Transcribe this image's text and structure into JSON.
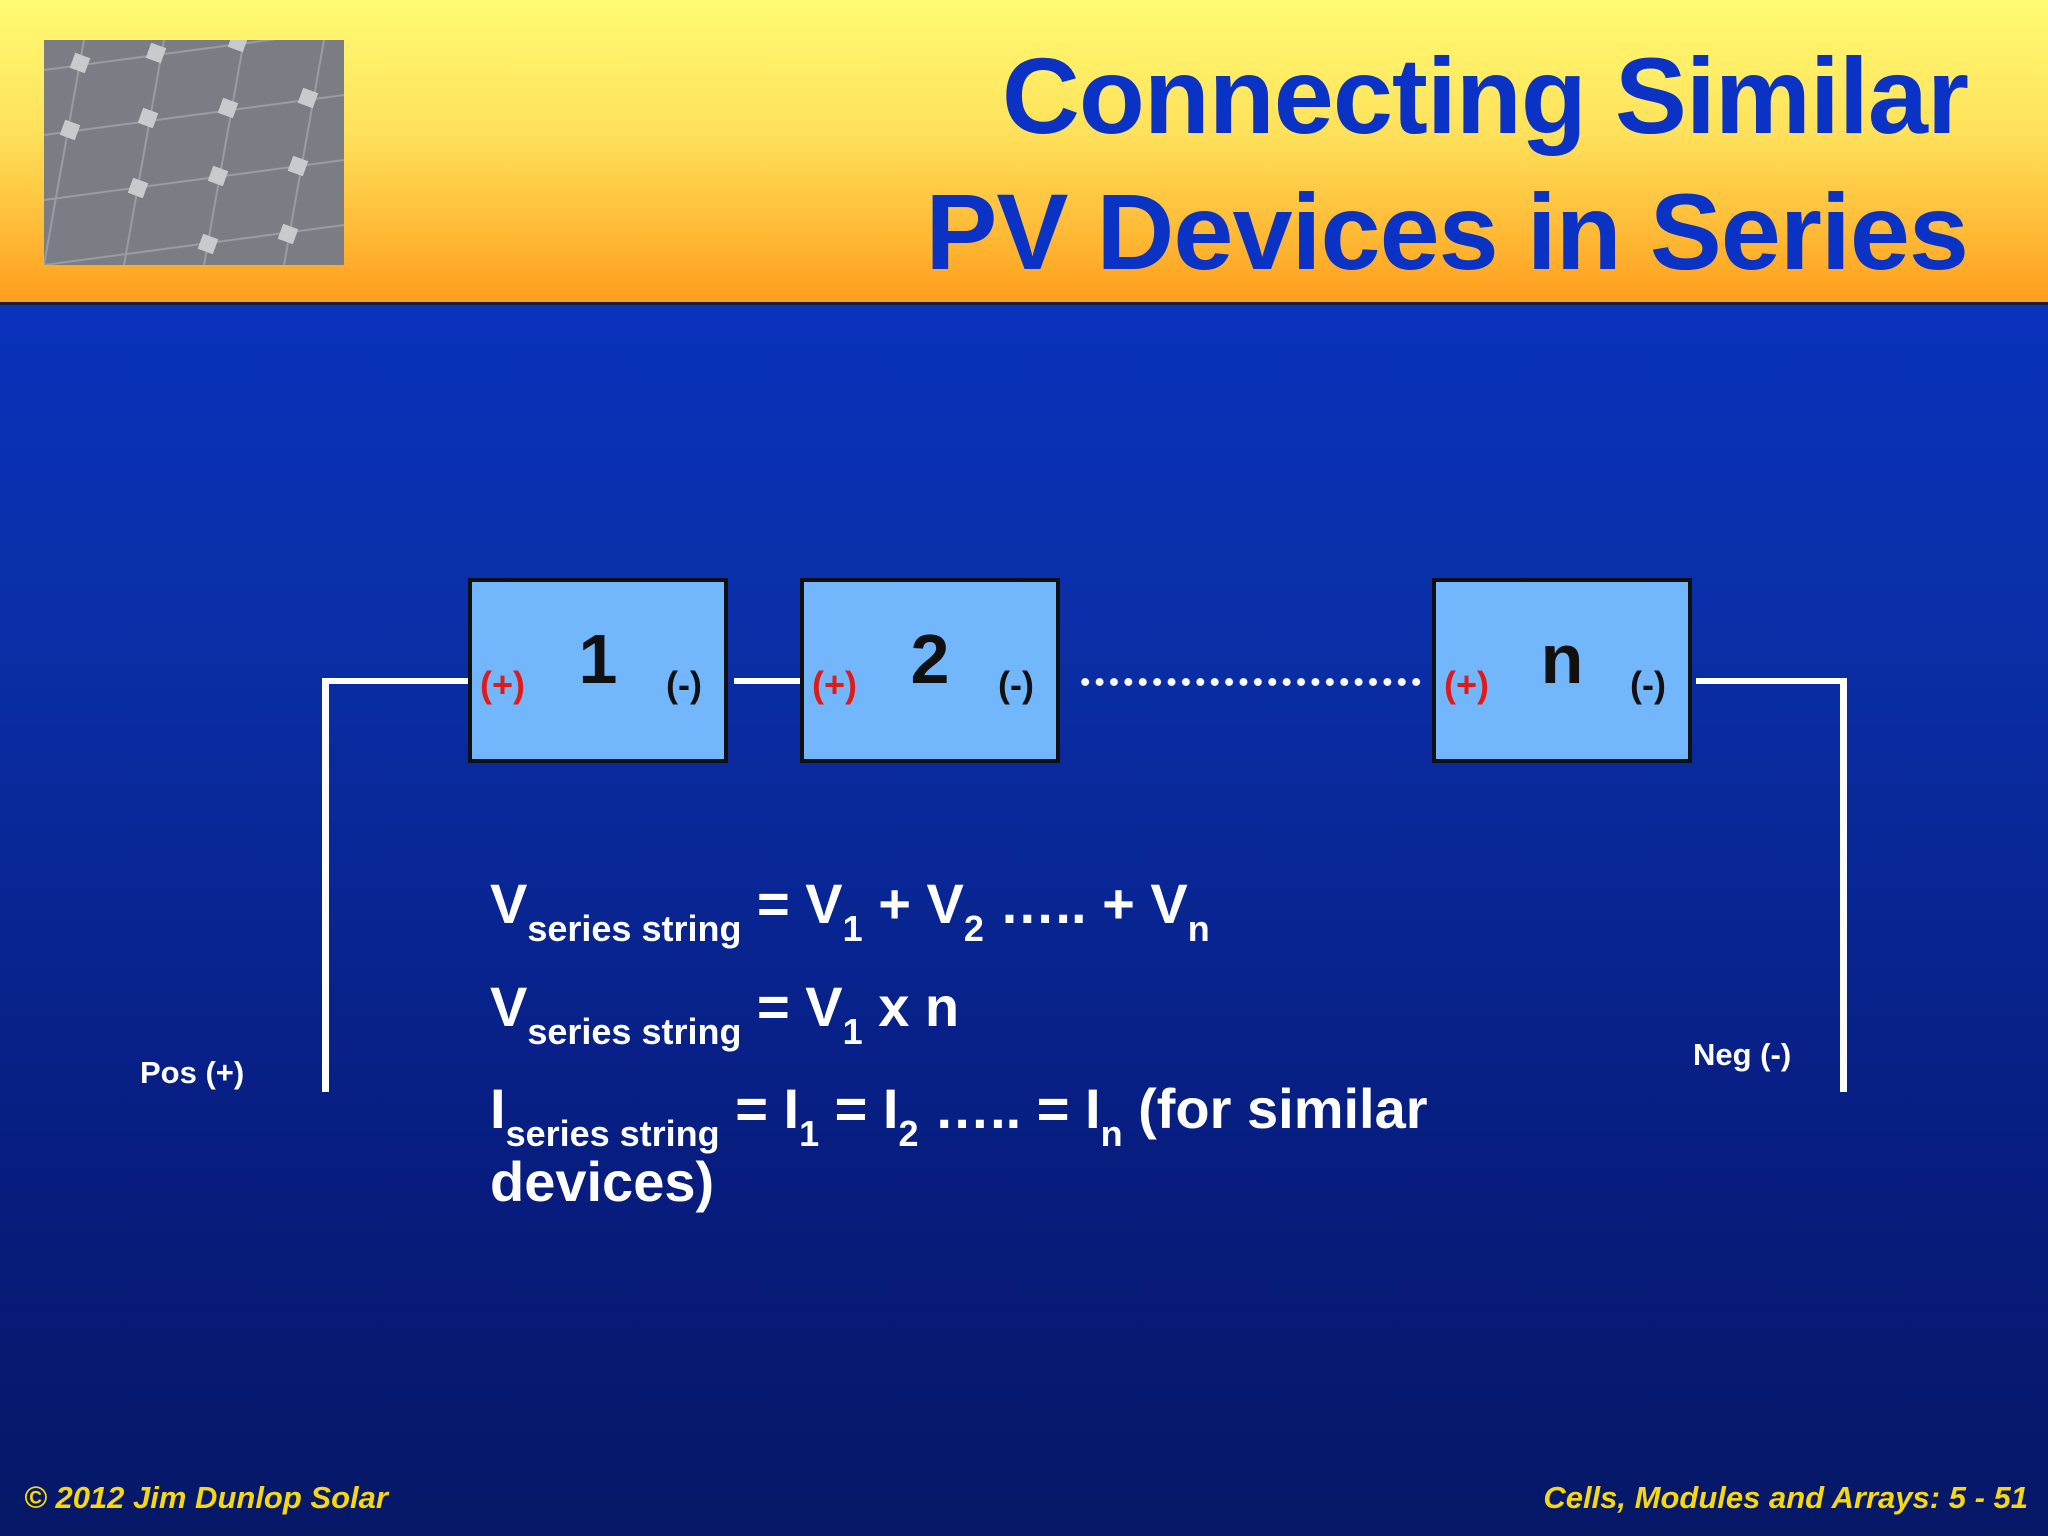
{
  "slide": {
    "title_line1": "Connecting Similar",
    "title_line2": "PV Devices in Series"
  },
  "diagram": {
    "devices": [
      {
        "label": "1",
        "pos_terminal": "(+)",
        "neg_terminal": "(-)"
      },
      {
        "label": "2",
        "pos_terminal": "(+)",
        "neg_terminal": "(-)"
      },
      {
        "label": "n",
        "pos_terminal": "(+)",
        "neg_terminal": "(-)"
      }
    ],
    "pos_label": "Pos (+)",
    "neg_label": "Neg (-)"
  },
  "equations": {
    "eq1": {
      "lhs": "V",
      "lhs_sub": "series string",
      "rhs": [
        {
          "t": " = V",
          "s": "1"
        },
        {
          "t": " + V",
          "s": "2"
        },
        {
          "t": " ….. + V",
          "s": "n"
        }
      ]
    },
    "eq2": {
      "lhs": "V",
      "lhs_sub": "series string",
      "rhs": [
        {
          "t": " = V",
          "s": "1"
        },
        {
          "t": " x n",
          "s": ""
        }
      ]
    },
    "eq3": {
      "lhs": "I",
      "lhs_sub": "series string",
      "rhs": [
        {
          "t": " = I",
          "s": "1"
        },
        {
          "t": " = I",
          "s": "2"
        },
        {
          "t": " ….. = I",
          "s": "n"
        }
      ],
      "note": "  (for similar devices)"
    }
  },
  "footer": {
    "left": "© 2012 Jim Dunlop Solar",
    "right": "Cells, Modules and Arrays: 5 - 51"
  },
  "colors": {
    "title": "#0a33c6",
    "header_top": "#fffc73",
    "header_bottom": "#ff9e1c",
    "background": "#0a2fa8",
    "device_fill": "#72b6fb",
    "positive_terminal": "#e01919",
    "footer_text": "#f7d80e"
  }
}
